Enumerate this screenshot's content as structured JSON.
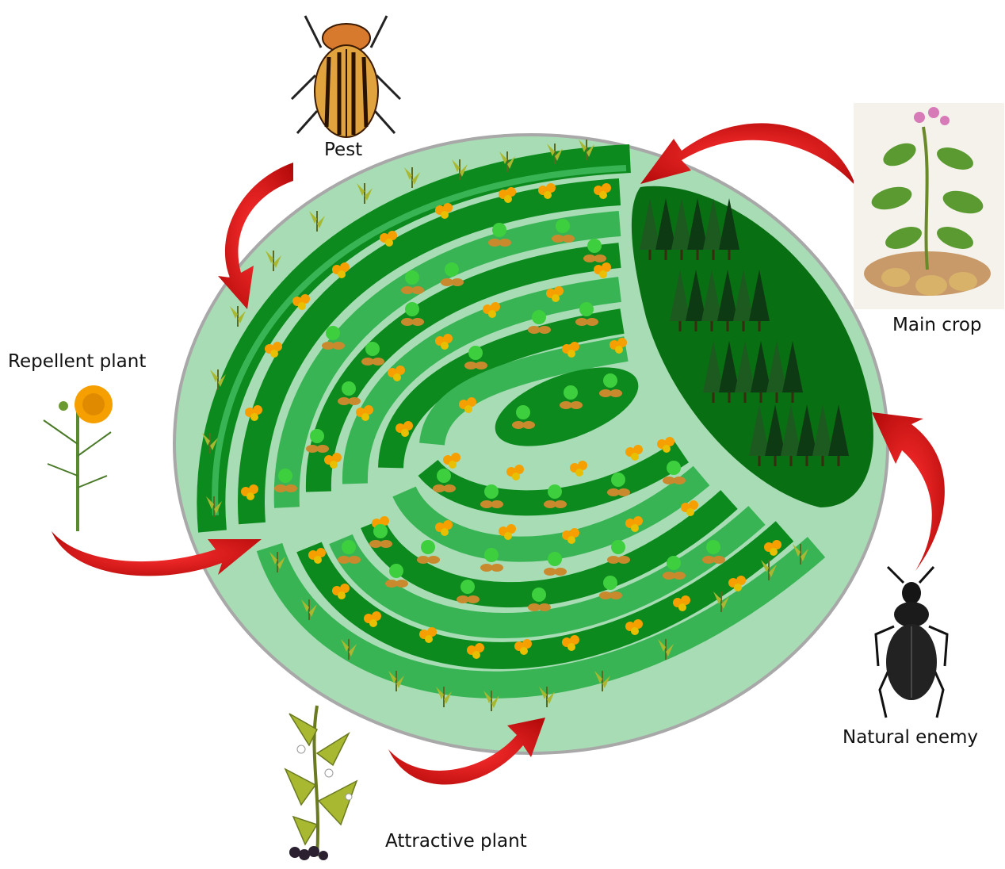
{
  "labels": {
    "pest": "Pest",
    "main_crop": "Main crop",
    "repellent_plant": "Repellent plant",
    "natural_enemy": "Natural enemy",
    "attractive_plant": "Attractive plant"
  },
  "colors": {
    "field_background": "#a8dcb4",
    "field_border": "#a8a8a8",
    "dark_strip": "#0c8a1e",
    "light_strip": "#38b454",
    "tree_zone": "#086f12",
    "arrow": "#d41010",
    "marigold": "#f5a000",
    "potato": "#c98a2e",
    "potato_plant": "#3ecf3e"
  },
  "icons": {
    "pest": "colorado-potato-beetle-icon",
    "main_crop": "potato-plant-icon",
    "repellent_plant": "marigold-icon",
    "natural_enemy": "ground-beetle-icon",
    "attractive_plant": "nightshade-icon"
  }
}
